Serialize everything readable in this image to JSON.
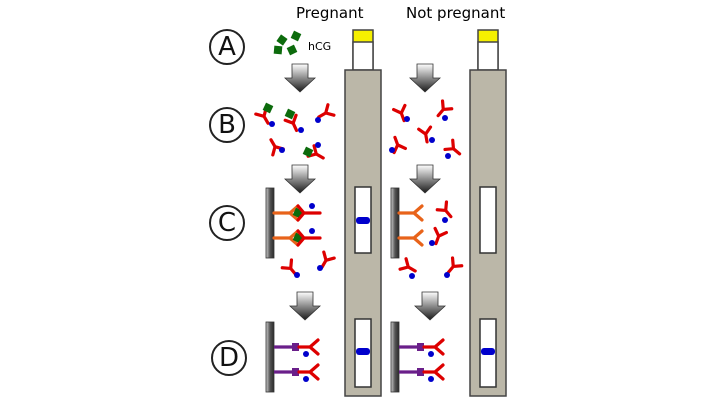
{
  "headings": {
    "pregnant": "Pregnant",
    "not_pregnant": "Not pregnant"
  },
  "steps": [
    "A",
    "B",
    "C",
    "D"
  ],
  "labels": {
    "hcg": "hCG"
  },
  "colors": {
    "antibody": "#dd0000",
    "capture_antibody": "#e8631a",
    "control_antibody": "#6a1f8a",
    "hcg": "#0c6b0c",
    "dye": "#0000cc",
    "strip": "#bbb7a8",
    "strip_cap": "#f5f000",
    "arrow": "#1a1a1a"
  }
}
